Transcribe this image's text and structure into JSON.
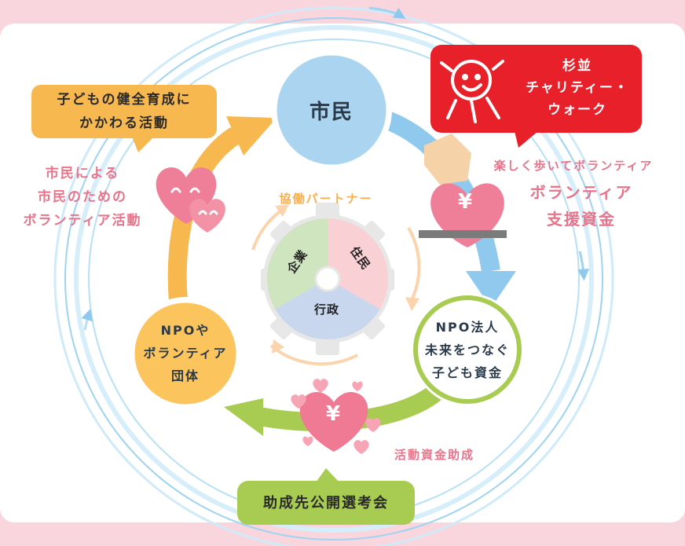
{
  "center": {
    "label": "市民"
  },
  "nodes": {
    "right": "NPO法人\n未来をつなぐ\n子ども資金",
    "left": "NPOや\nボランティア\n団体"
  },
  "bubbles": {
    "children_activities": "子どもの健全育成に\nかかわる活動",
    "charity_walk": "杉並\nチャリティー・\nウォーク",
    "selection": "助成先公開選考会"
  },
  "labels": {
    "citizen_volunteer": "市民による\n市民のための\nボランティア活動",
    "fun_walk": "楽しく歩いてボランティア",
    "support_fund": "ボランティア\n支援資金",
    "grant": "活動資金助成"
  },
  "gear": {
    "title": "協働パートナー",
    "left": "企業",
    "right": "住民",
    "bottom": "行政"
  },
  "symbols": {
    "yen": "¥"
  },
  "colors": {
    "background_pink": "#f9d6de",
    "blue_ring": "#a8d8f0",
    "center_fill": "#aad4ef",
    "yellow": "#f7b84f",
    "green": "#a8cc52",
    "red": "#e8202a",
    "pink_text": "#e8748c",
    "gear_green": "#cfe5c0",
    "gear_pink": "#f9d0d3",
    "gear_blue": "#c9d7ee"
  }
}
